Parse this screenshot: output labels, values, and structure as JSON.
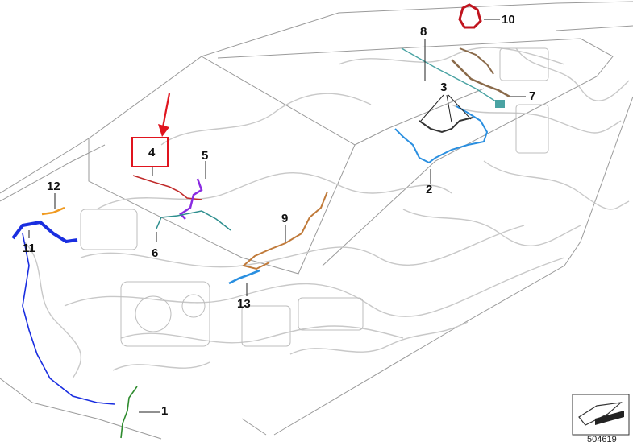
{
  "callouts": {
    "c1": "1",
    "c2": "2",
    "c3": "3",
    "c4": "4",
    "c5": "5",
    "c6": "6",
    "c7": "7",
    "c8": "8",
    "c9": "9",
    "c10": "10",
    "c11": "11",
    "c12": "12",
    "c13": "13"
  },
  "reference_number": "504619",
  "highlight": {
    "callout": "4",
    "box_color": "#e0141e",
    "arrow_color": "#e0141e"
  },
  "harness_colors": {
    "part1": "#2e8b2e",
    "part2": "#2a8fe0",
    "part3": "#333333",
    "part4": "#c02a2a",
    "part5": "#8a2be2",
    "part6": "#2f8f8f",
    "part7": "#8a6a4a",
    "part8": "#4aa3a3",
    "part9": "#c07a3a",
    "part10": "#c0141e",
    "part11": "#1a2ee0",
    "part12": "#f09a20",
    "part13": "#2a8fe0"
  }
}
